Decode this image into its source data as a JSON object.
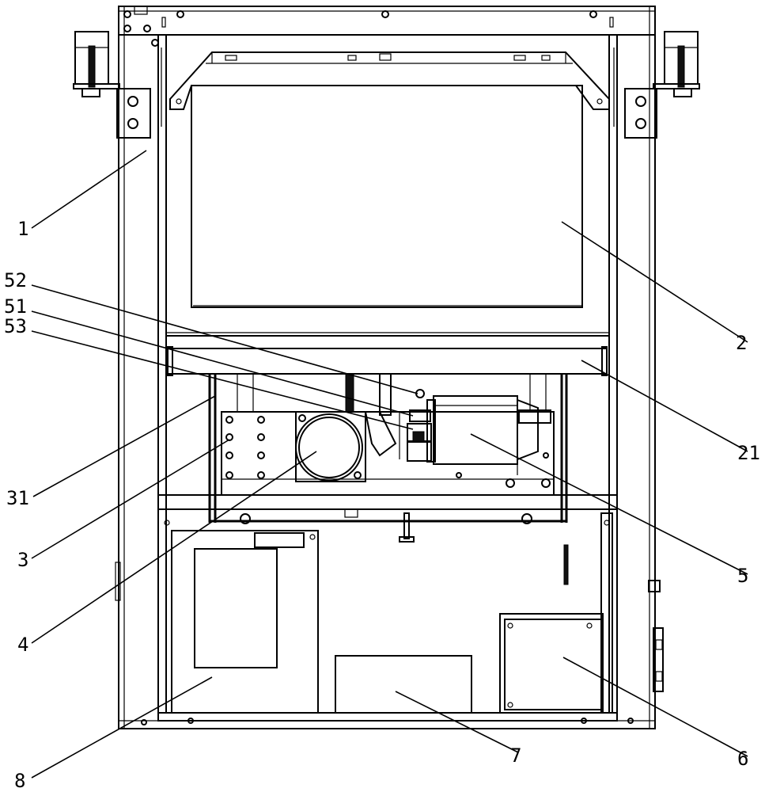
{
  "labels": {
    "part_1": "1",
    "part_2": "2",
    "part_21": "21",
    "part_3": "3",
    "part_31": "31",
    "part_4": "4",
    "part_5": "5",
    "part_51": "51",
    "part_52": "52",
    "part_53": "53",
    "part_6": "6",
    "part_7": "7",
    "part_8": "8"
  }
}
